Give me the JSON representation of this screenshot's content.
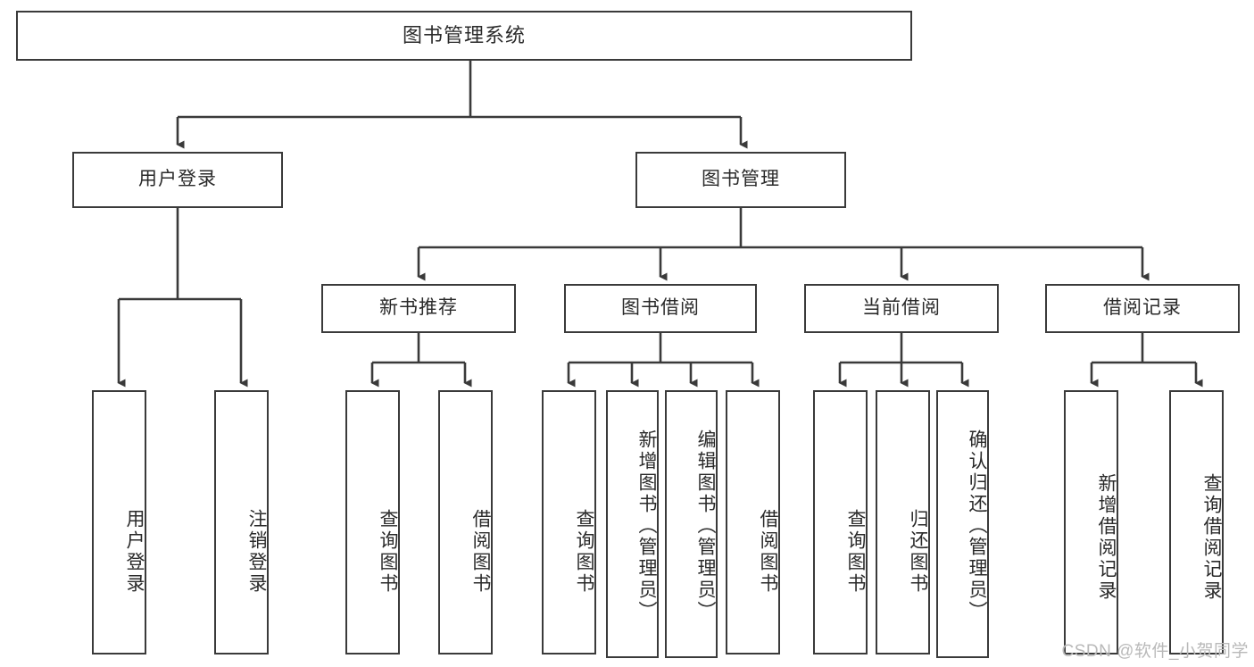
{
  "diagram": {
    "title": "图书管理系统",
    "type": "tree",
    "watermark": "CSDN @软件_小贺同学",
    "colors": {
      "box_border": "#3a3a3a",
      "box_fill": "#ffffff",
      "connector": "#3a3a3a",
      "text": "#2a2a2a",
      "watermark": "#b9b9b9"
    },
    "nodes": {
      "root": {
        "label": "图书管理系统"
      },
      "level1": [
        {
          "id": "user-login",
          "label": "用户登录"
        },
        {
          "id": "book-management",
          "label": "图书管理"
        }
      ],
      "level2": [
        {
          "id": "new-book-recommend",
          "label": "新书推荐"
        },
        {
          "id": "book-borrow",
          "label": "图书借阅"
        },
        {
          "id": "current-borrow",
          "label": "当前借阅"
        },
        {
          "id": "borrow-record",
          "label": "借阅记录"
        }
      ],
      "leaves": {
        "user-login": [
          {
            "id": "leaf-user-login",
            "label": "用户登录"
          },
          {
            "id": "leaf-logout-login",
            "label": "注销登录"
          }
        ],
        "new-book-recommend": [
          {
            "id": "leaf-query-book-1",
            "label": "查询图书"
          },
          {
            "id": "leaf-borrow-book-1",
            "label": "借阅图书"
          }
        ],
        "book-borrow": [
          {
            "id": "leaf-query-book-2",
            "label": "查询图书"
          },
          {
            "id": "leaf-add-book",
            "label": "新增图书（管理员）"
          },
          {
            "id": "leaf-edit-book",
            "label": "编辑图书（管理员）"
          },
          {
            "id": "leaf-borrow-book-2",
            "label": "借阅图书"
          }
        ],
        "current-borrow": [
          {
            "id": "leaf-query-book-3",
            "label": "查询图书"
          },
          {
            "id": "leaf-return-book",
            "label": "归还图书"
          },
          {
            "id": "leaf-confirm-return",
            "label": "确认归还（管理员）"
          }
        ],
        "borrow-record": [
          {
            "id": "leaf-add-record",
            "label": "新增借阅记录"
          },
          {
            "id": "leaf-query-record",
            "label": "查询借阅记录"
          }
        ]
      }
    }
  }
}
